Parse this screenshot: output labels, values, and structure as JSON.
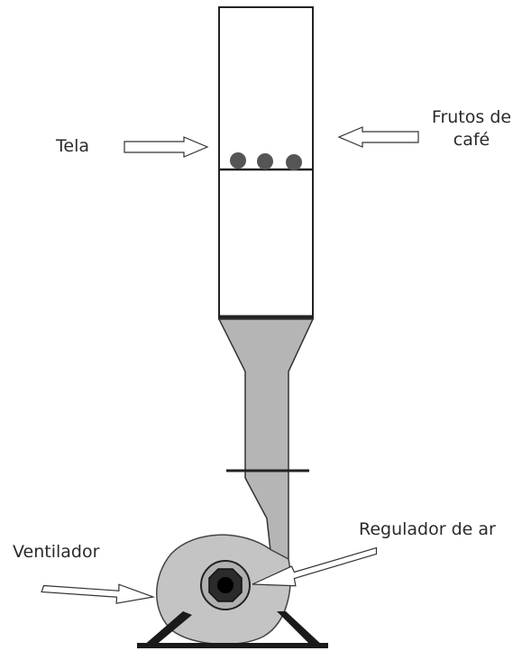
{
  "labels": {
    "tela": "Tela",
    "frutos_line1": "Frutos de",
    "frutos_line2": "café",
    "regulador": "Regulador de ar",
    "ventilador": "Ventilador"
  },
  "colors": {
    "stroke": "#222222",
    "duct_fill": "#b5b5b5",
    "fan_fill": "#c4c4c4",
    "berry_fill": "#555555",
    "arrow_fill": "#ffffff"
  }
}
